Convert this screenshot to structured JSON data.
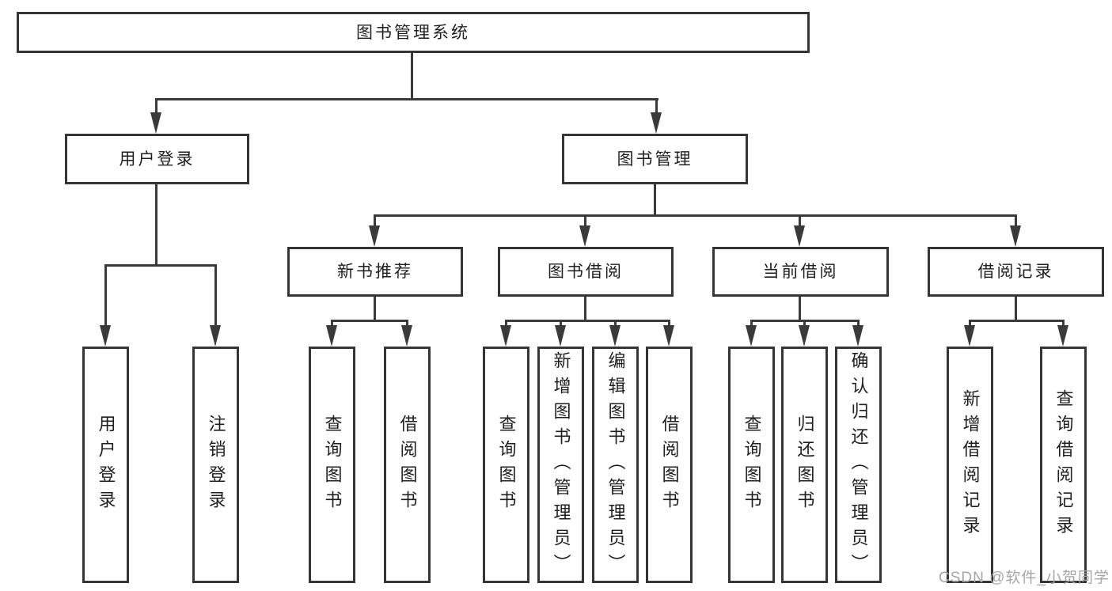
{
  "diagram": {
    "root": {
      "label": "图书管理系统"
    },
    "level2": [
      {
        "label": "用户登录"
      },
      {
        "label": "图书管理"
      }
    ],
    "level3": [
      {
        "label": "新书推荐"
      },
      {
        "label": "图书借阅"
      },
      {
        "label": "当前借阅"
      },
      {
        "label": "借阅记录"
      }
    ],
    "leaves": [
      {
        "label": "用户登录"
      },
      {
        "label": "注销登录"
      },
      {
        "label": "查询图书"
      },
      {
        "label": "借阅图书"
      },
      {
        "label": "查询图书"
      },
      {
        "label": "新增图书（管理员）"
      },
      {
        "label": "编辑图书（管理员）"
      },
      {
        "label": "借阅图书"
      },
      {
        "label": "查询图书"
      },
      {
        "label": "归还图书"
      },
      {
        "label": "确认归还（管理员）"
      },
      {
        "label": "新增借阅记录"
      },
      {
        "label": "查询借阅记录"
      }
    ],
    "colors": {
      "line": "#3a3a3a",
      "border": "#353535",
      "text": "#1f1f1f",
      "watermark": "#a6a6a6",
      "background": "#ffffff"
    }
  },
  "watermark": {
    "text": "CSDN @软件_小贺同学"
  }
}
